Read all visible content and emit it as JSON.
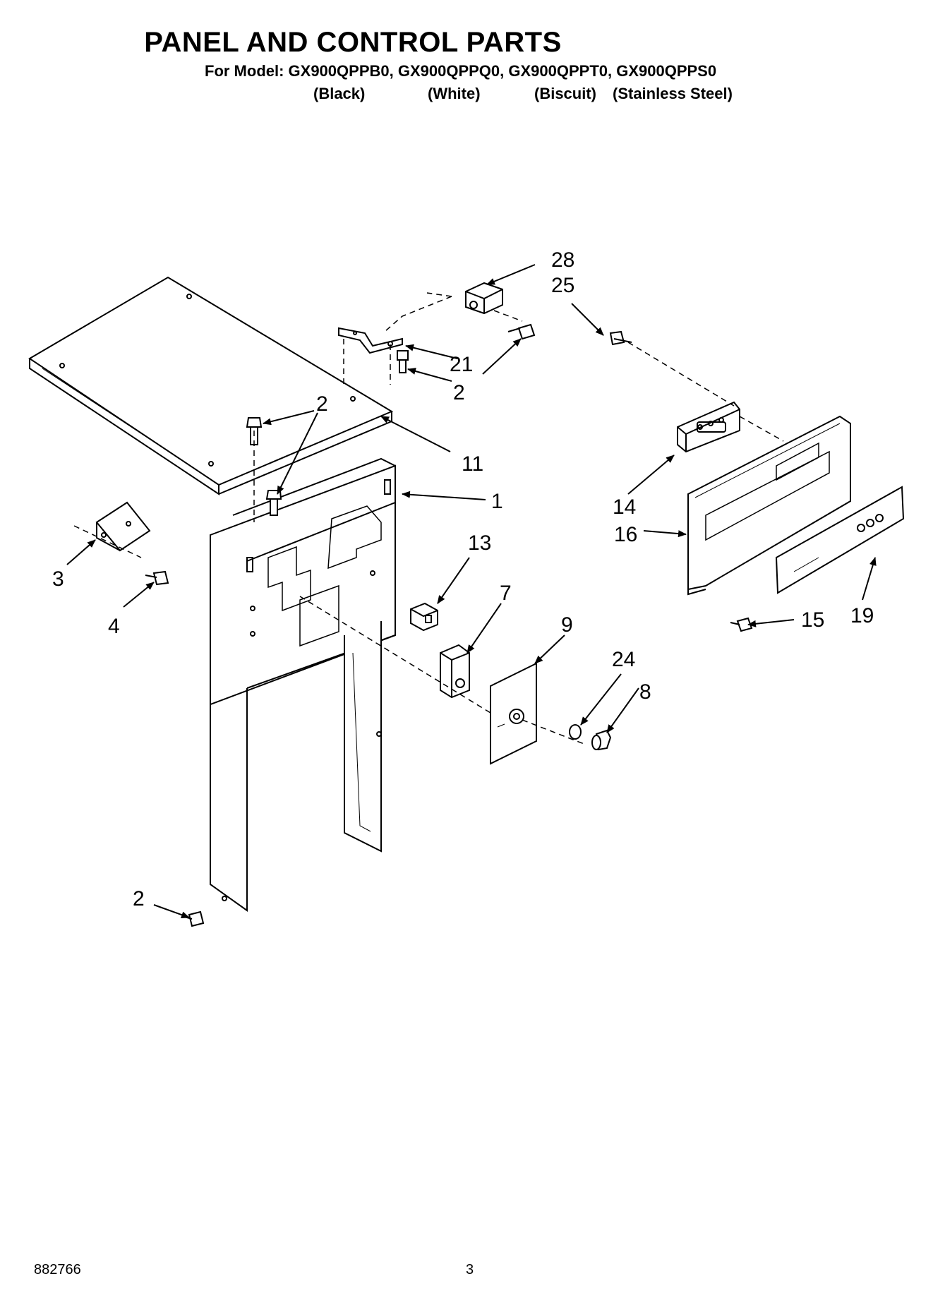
{
  "header": {
    "title": "PANEL AND CONTROL PARTS",
    "subtitle": "For Model: GX900QPPB0, GX900QPPQ0, GX900QPPT0, GX900QPPS0",
    "variants": [
      "(Black)",
      "(White)",
      "(Biscuit)",
      "(Stainless Steel)"
    ]
  },
  "callouts": {
    "c28": "28",
    "c25": "25",
    "c21": "21",
    "c2a": "2",
    "c2b": "2",
    "c11": "11",
    "c1": "1",
    "c14": "14",
    "c16": "16",
    "c13": "13",
    "c7": "7",
    "c9": "9",
    "c24": "24",
    "c8": "8",
    "c15": "15",
    "c19": "19",
    "c3": "3",
    "c4": "4",
    "c2c": "2"
  },
  "footer": {
    "doc_number": "882766",
    "page_number": "3"
  }
}
